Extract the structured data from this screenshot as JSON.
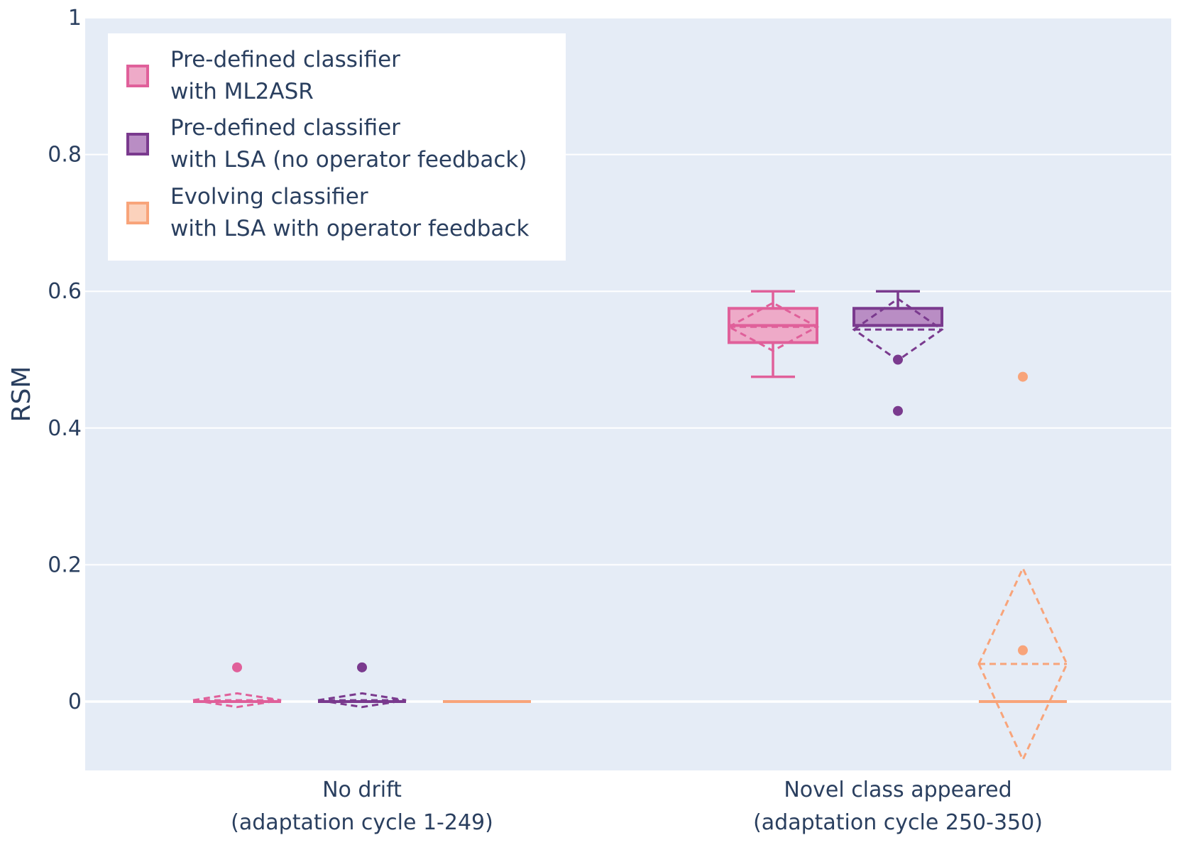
{
  "chart_data": {
    "type": "box",
    "ylabel": "RSM",
    "ylim": [
      -0.1,
      1
    ],
    "yticks": [
      0,
      0.2,
      0.4,
      0.6,
      0.8,
      1
    ],
    "ytick_labels": [
      "0",
      "0.2",
      "0.4",
      "0.6",
      "0.8",
      "1"
    ],
    "grid": true,
    "legend_position": "top-left",
    "categories": [
      {
        "line1": "No drift",
        "line2": "(adaptation cycle 1-249)"
      },
      {
        "line1": "Novel class appeared",
        "line2": "(adaptation cycle 250-350)"
      }
    ],
    "series": [
      {
        "legend_line1": "Pre-defined classifier",
        "legend_line2": "with ML2ASR",
        "color": "#e0609a",
        "fill": "#eeaac8",
        "boxes": [
          {
            "q1": 0,
            "median": 0,
            "q3": 0,
            "lower": 0,
            "upper": 0,
            "mean": 0.002,
            "sd": 0.01,
            "outliers": [
              0.05
            ]
          },
          {
            "q1": 0.525,
            "median": 0.55,
            "q3": 0.575,
            "lower": 0.475,
            "upper": 0.6,
            "mean": 0.548,
            "sd": 0.035,
            "outliers": []
          }
        ]
      },
      {
        "legend_line1": "Pre-defined classifier",
        "legend_line2": "with LSA (no operator feedback)",
        "color": "#7a3a8e",
        "fill": "#b98dc4",
        "boxes": [
          {
            "q1": 0,
            "median": 0,
            "q3": 0,
            "lower": 0,
            "upper": 0,
            "mean": 0.002,
            "sd": 0.01,
            "outliers": [
              0.05
            ]
          },
          {
            "q1": 0.55,
            "median": 0.55,
            "q3": 0.575,
            "lower": 0.55,
            "upper": 0.6,
            "mean": 0.544,
            "sd": 0.045,
            "outliers": [
              0.5,
              0.425
            ]
          }
        ]
      },
      {
        "legend_line1": "Evolving classifier",
        "legend_line2": "with LSA with operator feedback",
        "color": "#f8a47a",
        "fill": "#fbd2bc",
        "boxes": [
          {
            "q1": 0,
            "median": 0,
            "q3": 0,
            "lower": 0,
            "upper": 0,
            "mean": 0,
            "sd": 0,
            "outliers": []
          },
          {
            "q1": 0,
            "median": 0,
            "q3": 0,
            "lower": 0,
            "upper": 0,
            "mean": 0.055,
            "sd": 0.14,
            "outliers": [
              0.475,
              0.075
            ]
          }
        ]
      }
    ]
  }
}
